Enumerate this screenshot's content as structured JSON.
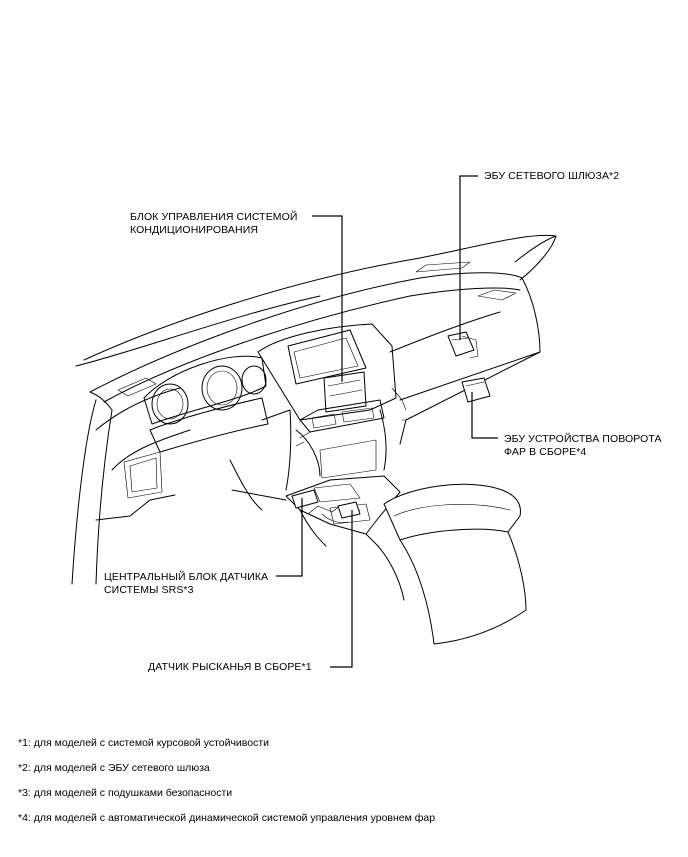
{
  "labels": {
    "gateway_ecu": "ЭБУ СЕТЕВОГО ШЛЮЗА*2",
    "ac_control_line1": "БЛОК УПРАВЛЕНИЯ СИСТЕМОЙ",
    "ac_control_line2": "КОНДИЦИОНИРОВАНИЯ",
    "swivel_ecu_line1": "ЭБУ УСТРОЙСТВА ПОВОРОТА",
    "swivel_ecu_line2": "ФАР В СБОРЕ*4",
    "srs_sensor_line1": "ЦЕНТРАЛЬНЫЙ БЛОК ДАТЧИКА",
    "srs_sensor_line2": "СИСТЕМЫ SRS*3",
    "yaw_sensor": "ДАТЧИК РЫСКАНЬЯ В СБОРЕ*1"
  },
  "footnotes": [
    "*1: для моделей с системой курсовой устойчивости",
    "*2: для моделей с ЭБУ сетевого шлюза",
    "*3: для моделей с подушками безопасности",
    "*4: для моделей с автоматической динамической системой управления уровнем фар"
  ]
}
